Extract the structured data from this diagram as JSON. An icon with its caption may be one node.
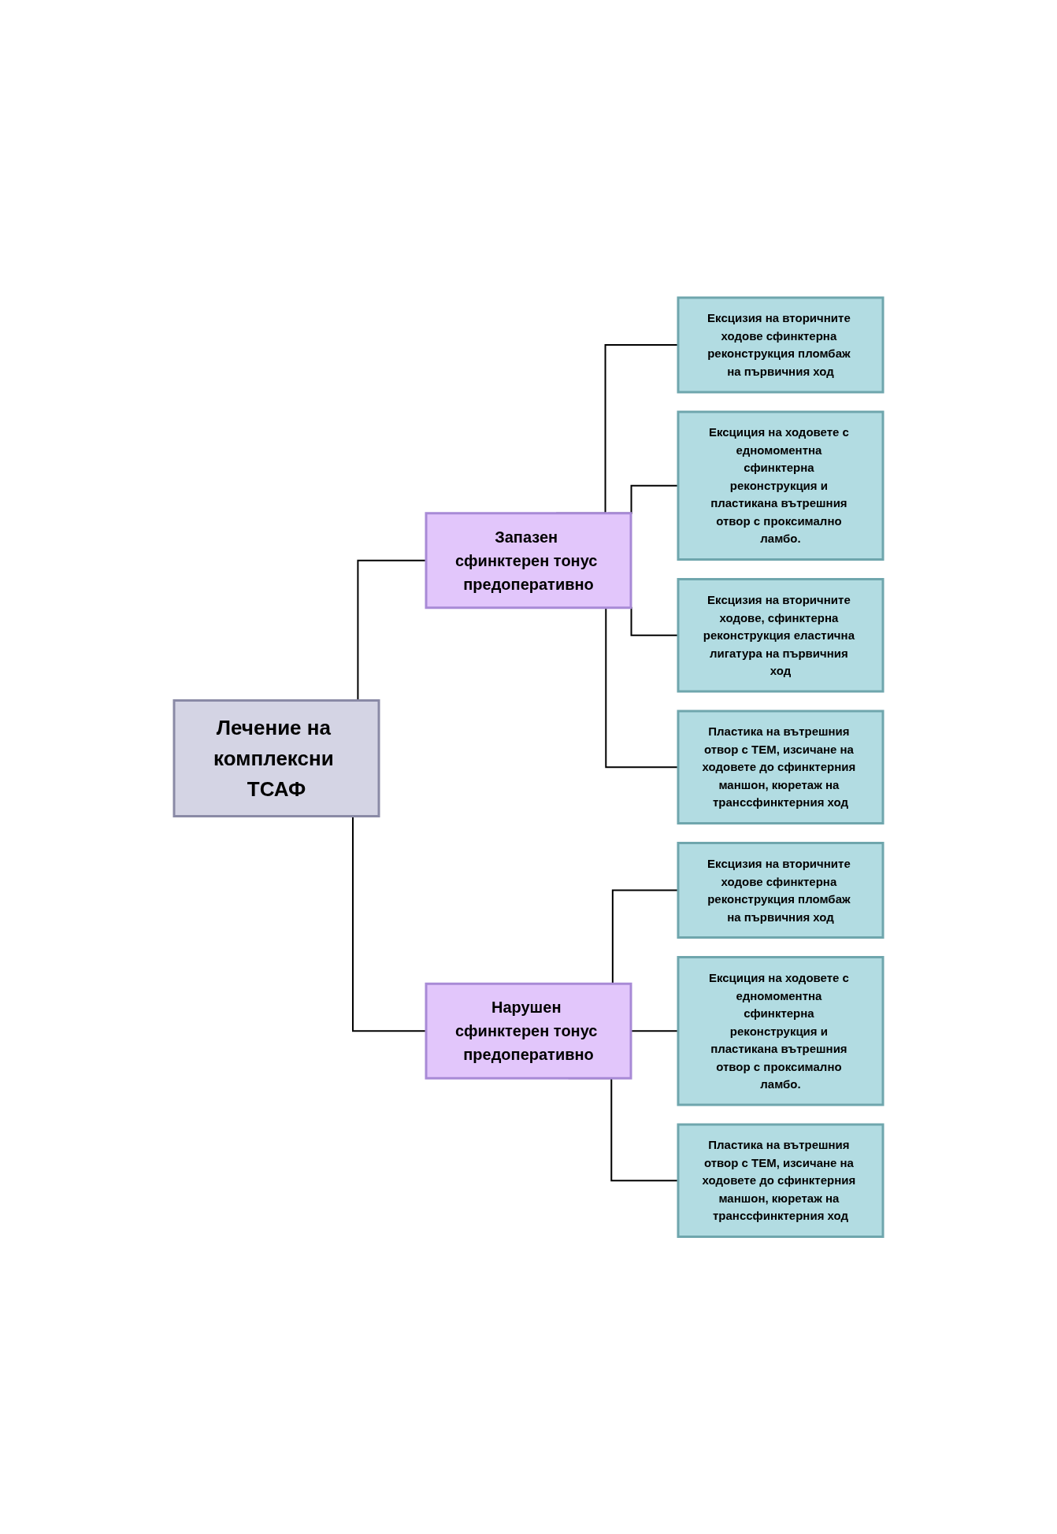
{
  "diagram": {
    "nodes": [
      {
        "text": [
          "Лечение на комплексни ТСАФ"
        ]
      },
      {
        "text": [
          "Запазен сфинктерен тонус предоперативно"
        ]
      },
      {
        "text": [
          "Нарушен сфинктерен тонус предоперативно"
        ]
      },
      {
        "text": [
          "Ексцизия на вторичните ходове сфинктерна реконструкция пломбаж на първичния ход"
        ]
      },
      {
        "text": [
          "Ексциция на ходовете с едномоментна сфинктерна реконструкция и пластикана вътрешния отвор с проксимално ламбо."
        ]
      },
      {
        "text": [
          "Ексцизия на вторичните ходове, сфинктерна реконструкция еластична лигатура на първичния ход"
        ]
      },
      {
        "text": [
          "Пластика на вътрешния отвор с ТЕМ, изсичане на ходовете до сфинктерния маншон, кюретаж на транссфинктерния ход"
        ]
      },
      {
        "text": [
          "Ексцизия на вторичните ходове сфинктерна реконструкция пломбаж на първичния ход"
        ]
      },
      {
        "text": [
          "Ексциция на ходовете с едномоментна сфинктерна реконструкция и пластикана вътрешния отвор с проксимално ламбо."
        ]
      },
      {
        "text": [
          "Пластика на вътрешния отвор с ТЕМ, изсичане на ходовете до сфинктерния маншон, кюретаж на транссфинктерния ход"
        ]
      }
    ],
    "edges": [
      {
        "from": 0,
        "to": 1,
        "arrow": "none"
      },
      {
        "from": 0,
        "to": 2,
        "arrow": "none"
      },
      {
        "from": 1,
        "to": 3,
        "arrow": "none"
      },
      {
        "from": 1,
        "to": 4,
        "arrow": "none"
      },
      {
        "from": 1,
        "to": 5,
        "arrow": "none"
      },
      {
        "from": 1,
        "to": 6,
        "arrow": "none"
      },
      {
        "from": 2,
        "to": 7,
        "arrow": "none"
      },
      {
        "from": 2,
        "to": 8,
        "arrow": "none"
      },
      {
        "from": 2,
        "to": 9,
        "arrow": "none"
      }
    ]
  }
}
